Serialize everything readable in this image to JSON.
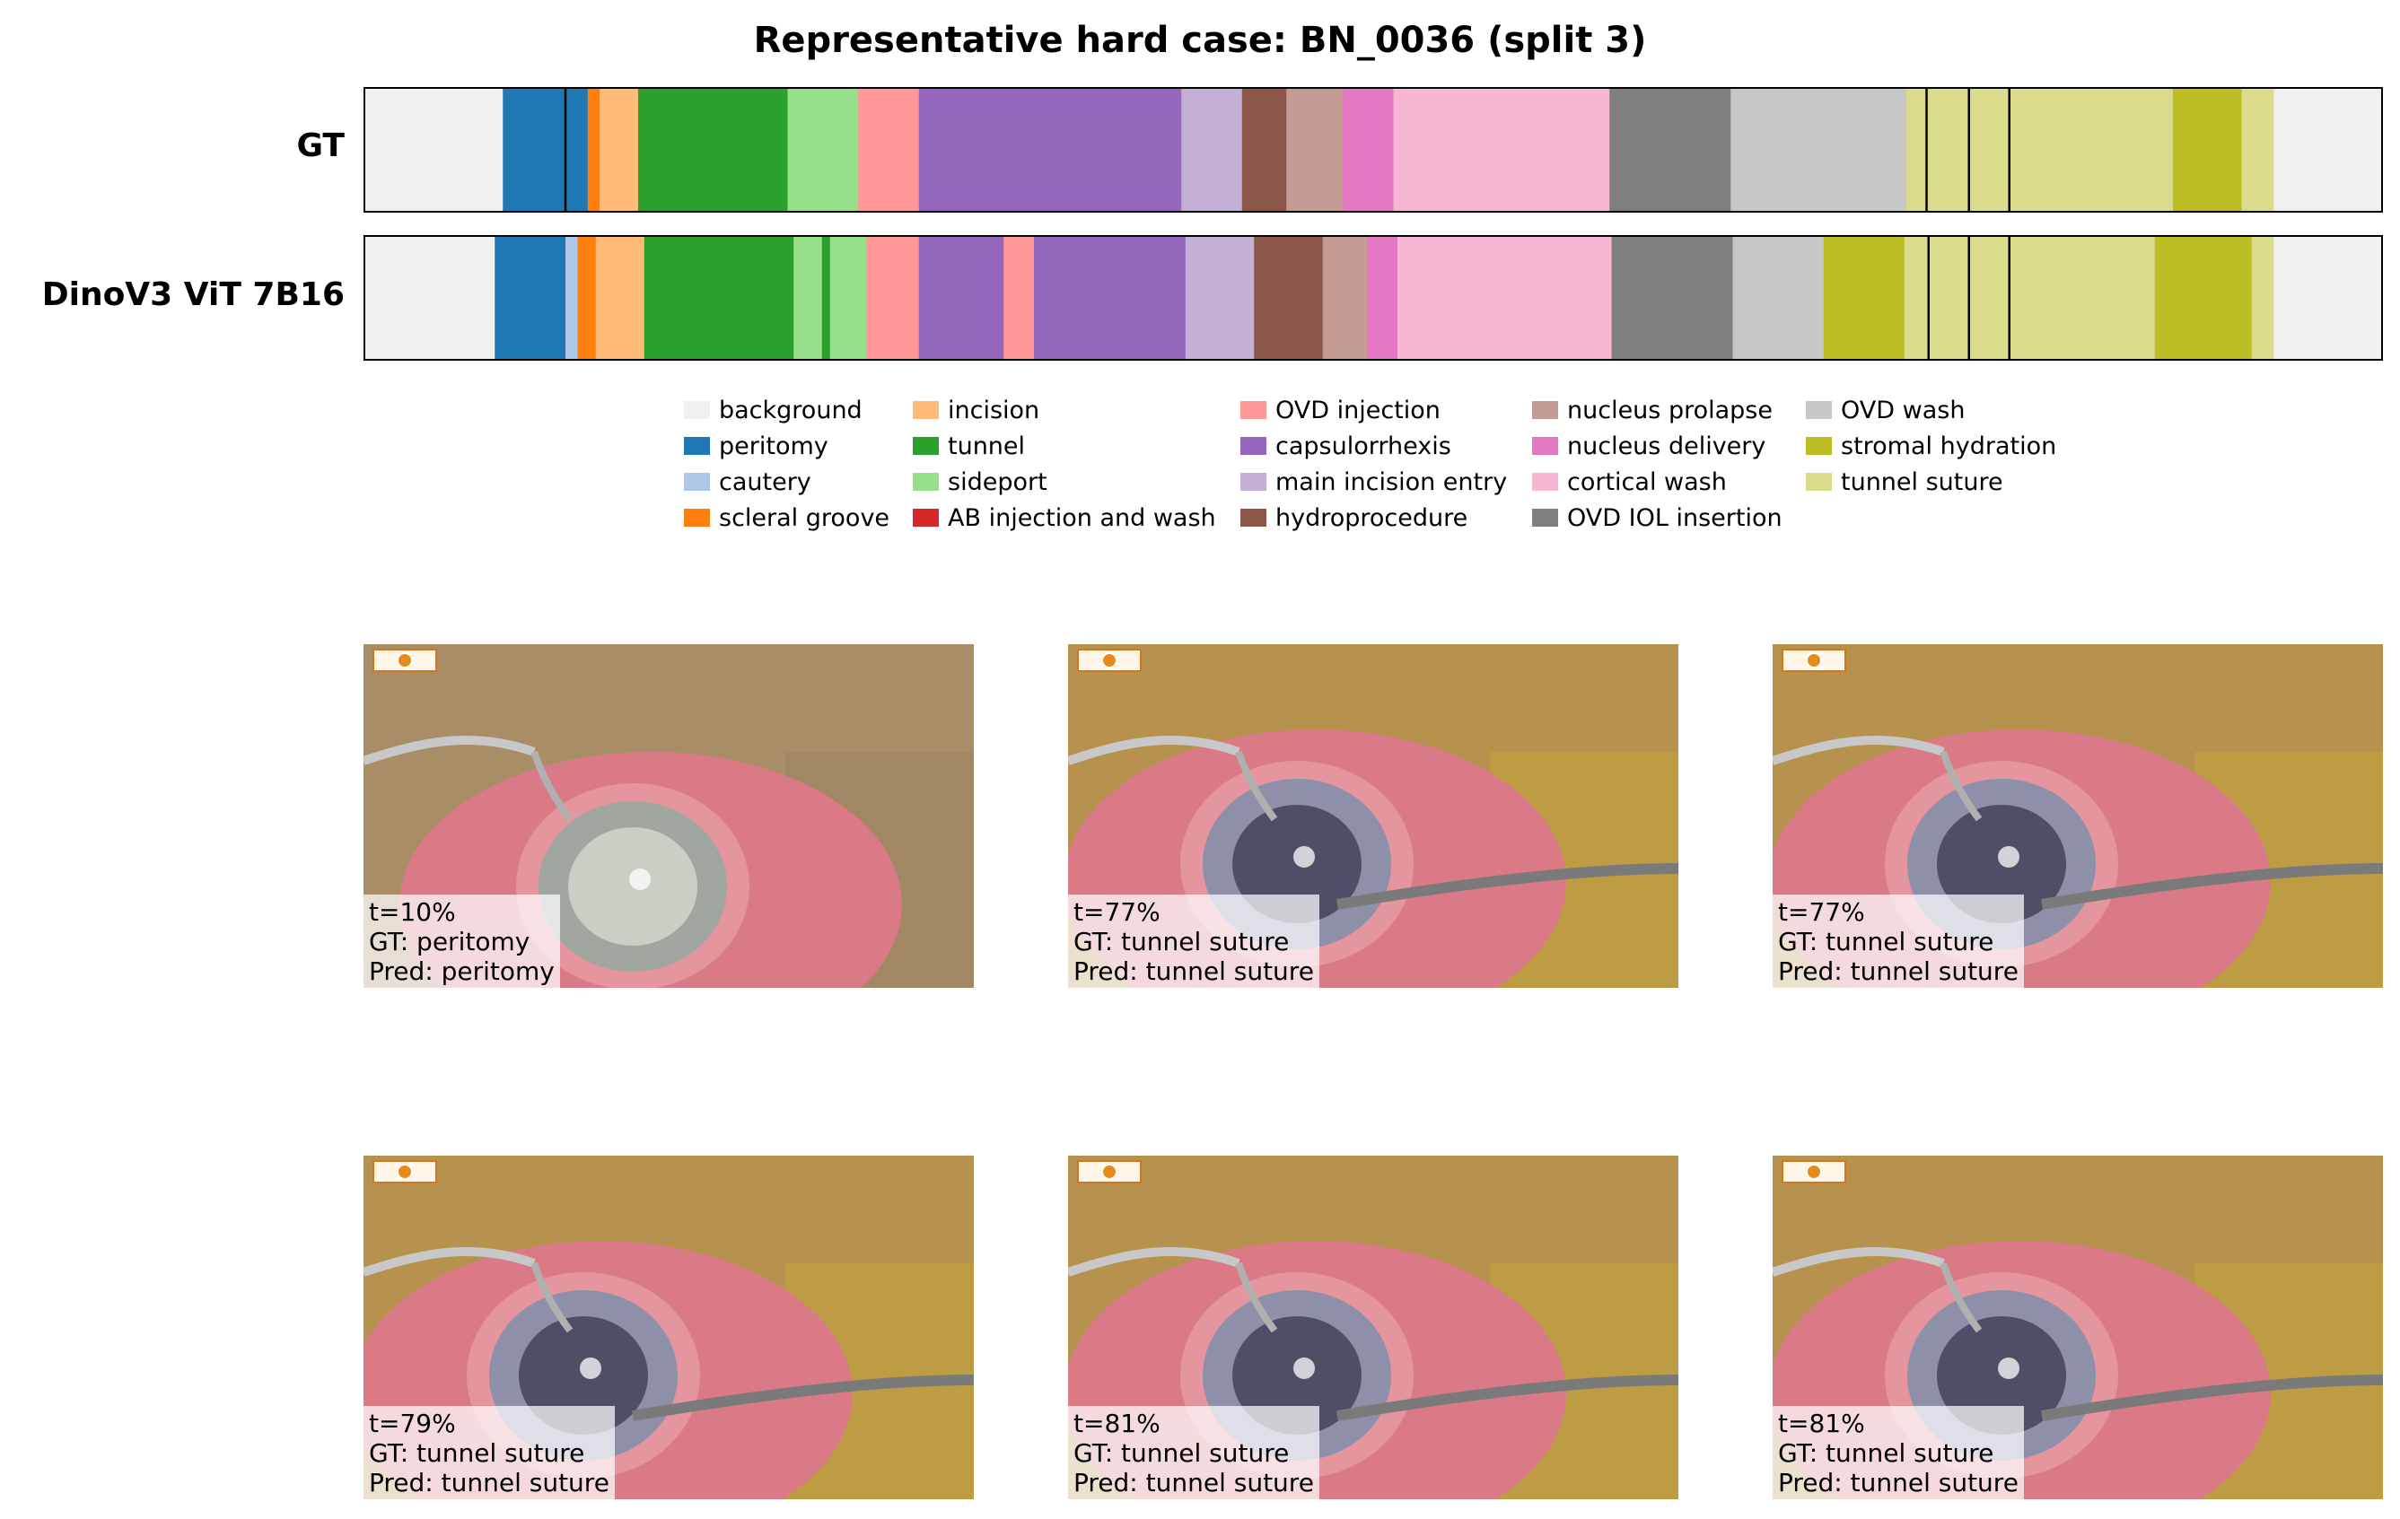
{
  "title": "Representative hard case: BN_0036 (split 3)",
  "chart_data": {
    "type": "segment-timeline",
    "title": "Representative hard case: BN_0036 (split 3)",
    "x_range": [
      0,
      1
    ],
    "classes": [
      {
        "name": "background",
        "color": "#f0f0f0"
      },
      {
        "name": "peritomy",
        "color": "#1f77b4"
      },
      {
        "name": "cautery",
        "color": "#aec7e8"
      },
      {
        "name": "scleral groove",
        "color": "#ff7f0e"
      },
      {
        "name": "incision",
        "color": "#ffbb78"
      },
      {
        "name": "tunnel",
        "color": "#2ca02c"
      },
      {
        "name": "sideport",
        "color": "#98df8a"
      },
      {
        "name": "AB injection and wash",
        "color": "#d62728"
      },
      {
        "name": "OVD injection",
        "color": "#ff9896"
      },
      {
        "name": "capsulorrhexis",
        "color": "#9467bd"
      },
      {
        "name": "main incision entry",
        "color": "#c5b0d5"
      },
      {
        "name": "hydroprocedure",
        "color": "#8c564b"
      },
      {
        "name": "nucleus prolapse",
        "color": "#c49c94"
      },
      {
        "name": "nucleus delivery",
        "color": "#e377c2"
      },
      {
        "name": "cortical wash",
        "color": "#f7b6d2"
      },
      {
        "name": "OVD IOL insertion",
        "color": "#7f7f7f"
      },
      {
        "name": "OVD wash",
        "color": "#c7c7c7"
      },
      {
        "name": "stromal hydration",
        "color": "#bcbd22"
      },
      {
        "name": "tunnel suture",
        "color": "#dbdb8d"
      }
    ],
    "rows": [
      {
        "label": "GT",
        "segments": [
          {
            "label": "background",
            "start": 0.0,
            "end": 0.069
          },
          {
            "label": "peritomy",
            "start": 0.069,
            "end": 0.1
          },
          {
            "label": "peritomy",
            "start": 0.1,
            "end": 0.111
          },
          {
            "label": "scleral groove",
            "start": 0.111,
            "end": 0.117
          },
          {
            "label": "incision",
            "start": 0.117,
            "end": 0.136
          },
          {
            "label": "tunnel",
            "start": 0.136,
            "end": 0.21
          },
          {
            "label": "sideport",
            "start": 0.21,
            "end": 0.245
          },
          {
            "label": "OVD injection",
            "start": 0.245,
            "end": 0.275
          },
          {
            "label": "capsulorrhexis",
            "start": 0.275,
            "end": 0.405
          },
          {
            "label": "main incision entry",
            "start": 0.405,
            "end": 0.435
          },
          {
            "label": "hydroprocedure",
            "start": 0.435,
            "end": 0.457
          },
          {
            "label": "nucleus prolapse",
            "start": 0.457,
            "end": 0.485
          },
          {
            "label": "nucleus delivery",
            "start": 0.485,
            "end": 0.51
          },
          {
            "label": "cortical wash",
            "start": 0.51,
            "end": 0.617
          },
          {
            "label": "OVD IOL insertion",
            "start": 0.617,
            "end": 0.677
          },
          {
            "label": "OVD wash",
            "start": 0.677,
            "end": 0.764
          },
          {
            "label": "tunnel suture",
            "start": 0.764,
            "end": 0.774
          },
          {
            "label": "tunnel suture",
            "start": 0.774,
            "end": 0.795
          },
          {
            "label": "tunnel suture",
            "start": 0.795,
            "end": 0.815
          },
          {
            "label": "tunnel suture",
            "start": 0.815,
            "end": 0.896
          },
          {
            "label": "stromal hydration",
            "start": 0.896,
            "end": 0.93
          },
          {
            "label": "tunnel suture",
            "start": 0.93,
            "end": 0.946
          },
          {
            "label": "background",
            "start": 0.946,
            "end": 1.0
          }
        ]
      },
      {
        "label": "DinoV3 ViT 7B16",
        "segments": [
          {
            "label": "background",
            "start": 0.0,
            "end": 0.065
          },
          {
            "label": "peritomy",
            "start": 0.065,
            "end": 0.1
          },
          {
            "label": "cautery",
            "start": 0.1,
            "end": 0.106
          },
          {
            "label": "scleral groove",
            "start": 0.106,
            "end": 0.115
          },
          {
            "label": "incision",
            "start": 0.115,
            "end": 0.139
          },
          {
            "label": "tunnel",
            "start": 0.139,
            "end": 0.213
          },
          {
            "label": "sideport",
            "start": 0.213,
            "end": 0.227
          },
          {
            "label": "tunnel",
            "start": 0.227,
            "end": 0.231
          },
          {
            "label": "sideport",
            "start": 0.231,
            "end": 0.249
          },
          {
            "label": "OVD injection",
            "start": 0.249,
            "end": 0.275
          },
          {
            "label": "capsulorrhexis",
            "start": 0.275,
            "end": 0.317
          },
          {
            "label": "OVD injection",
            "start": 0.317,
            "end": 0.332
          },
          {
            "label": "capsulorrhexis",
            "start": 0.332,
            "end": 0.407
          },
          {
            "label": "main incision entry",
            "start": 0.407,
            "end": 0.441
          },
          {
            "label": "hydroprocedure",
            "start": 0.441,
            "end": 0.475
          },
          {
            "label": "nucleus prolapse",
            "start": 0.475,
            "end": 0.497
          },
          {
            "label": "nucleus delivery",
            "start": 0.497,
            "end": 0.512
          },
          {
            "label": "cortical wash",
            "start": 0.512,
            "end": 0.618
          },
          {
            "label": "OVD IOL insertion",
            "start": 0.618,
            "end": 0.678
          },
          {
            "label": "OVD wash",
            "start": 0.678,
            "end": 0.723
          },
          {
            "label": "stromal hydration",
            "start": 0.723,
            "end": 0.763
          },
          {
            "label": "tunnel suture",
            "start": 0.763,
            "end": 0.775
          },
          {
            "label": "tunnel suture",
            "start": 0.775,
            "end": 0.795
          },
          {
            "label": "tunnel suture",
            "start": 0.795,
            "end": 0.815
          },
          {
            "label": "tunnel suture",
            "start": 0.815,
            "end": 0.887
          },
          {
            "label": "stromal hydration",
            "start": 0.887,
            "end": 0.935
          },
          {
            "label": "tunnel suture",
            "start": 0.935,
            "end": 0.946
          },
          {
            "label": "background",
            "start": 0.946,
            "end": 1.0
          }
        ]
      }
    ],
    "legend_placement": "below strips, 5 columns"
  },
  "frames": [
    {
      "t": "t=10%",
      "gt": "GT: peritomy",
      "pred": "Pred: peritomy"
    },
    {
      "t": "t=77%",
      "gt": "GT: tunnel suture",
      "pred": "Pred: tunnel suture"
    },
    {
      "t": "t=77%",
      "gt": "GT: tunnel suture",
      "pred": "Pred: tunnel suture"
    },
    {
      "t": "t=79%",
      "gt": "GT: tunnel suture",
      "pred": "Pred: tunnel suture"
    },
    {
      "t": "t=81%",
      "gt": "GT: tunnel suture",
      "pred": "Pred: tunnel suture"
    },
    {
      "t": "t=81%",
      "gt": "GT: tunnel suture",
      "pred": "Pred: tunnel suture"
    }
  ]
}
